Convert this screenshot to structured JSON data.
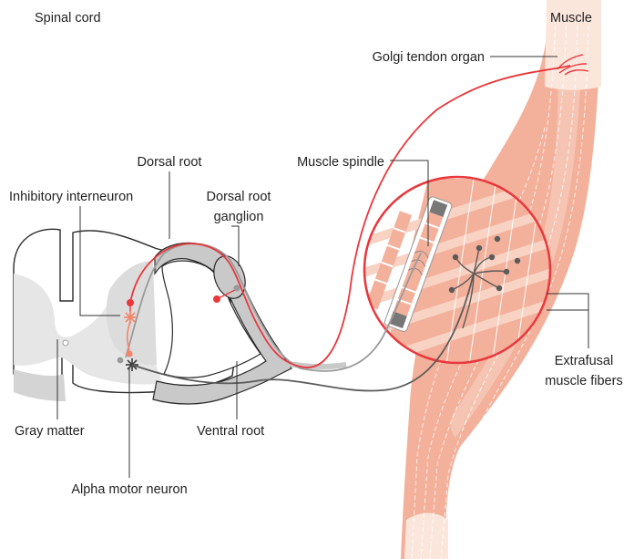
{
  "labels": {
    "spinal_cord": "Spinal cord",
    "muscle": "Muscle",
    "golgi_tendon_organ": "Golgi tendon organ",
    "dorsal_root": "Dorsal root",
    "muscle_spindle": "Muscle spindle",
    "inhibitory_interneuron": "Inhibitory interneuron",
    "dorsal_root_ganglion_line1": "Dorsal root",
    "dorsal_root_ganglion_line2": "ganglion",
    "extrafusal_line1": "Extrafusal",
    "extrafusal_line2": "muscle fibers",
    "gray_matter": "Gray matter",
    "ventral_root": "Ventral root",
    "alpha_motor_neuron": "Alpha motor neuron"
  },
  "colors": {
    "muscle_fill": "#f3b09a",
    "muscle_light": "#f8d2c3",
    "tendon": "#fbe6dc",
    "sensory_red": "#e8383d",
    "motor_gray": "#5b5b5b",
    "gray_matter": "#e6e6e6",
    "sheath_gray": "#b9b9b9",
    "interneuron_orange": "#f4846a"
  }
}
